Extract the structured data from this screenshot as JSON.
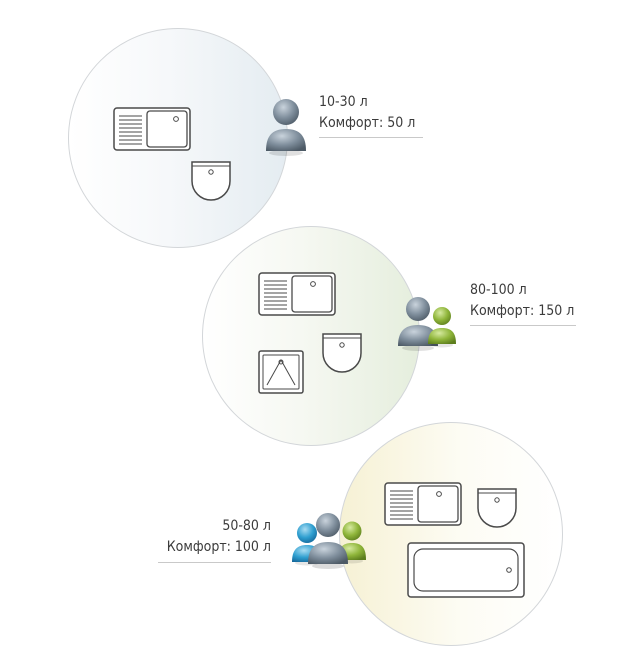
{
  "scenarios": [
    {
      "volume": "10-30 л",
      "comfort": "Комфорт: 50 л"
    },
    {
      "volume": "80-100 л",
      "comfort": "Комфорт: 150 л"
    },
    {
      "volume": "50-80 л",
      "comfort": "Комфорт: 100 л"
    }
  ],
  "colors": {
    "person_gray": "#7f8e9c",
    "person_green": "#8fb53a",
    "person_blue": "#2f9fd0",
    "fixture_stroke": "#4a4a4a"
  },
  "icons": [
    "sink-icon",
    "washbasin-icon",
    "shower-tray-icon",
    "bathtub-icon",
    "person-icon"
  ]
}
